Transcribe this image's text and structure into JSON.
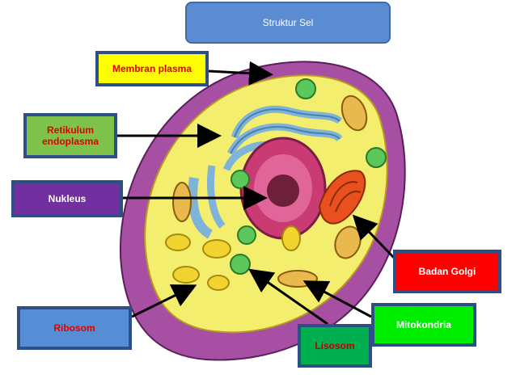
{
  "title": "Struktur Sel",
  "labels": {
    "membran": "Membran plasma",
    "retikulum": "Retikulum endoplasma",
    "nukleus": "Nukleus",
    "ribosom": "Ribosom",
    "golgi": "Badan Golgi",
    "mitokondria": "Mitokondria",
    "lisosom": "Lisosom"
  },
  "colors": {
    "cell_wall": "#a64fa3",
    "cytoplasm": "#f4ee6e",
    "nucleus": "#c93b72",
    "nucleolus": "#6e1f3a",
    "er": "#7fb4d8",
    "golgi": "#e8501e",
    "mitochondria": "#e9b94e",
    "lysosome": "#5cc85c",
    "vesicle": "#f2d431"
  }
}
